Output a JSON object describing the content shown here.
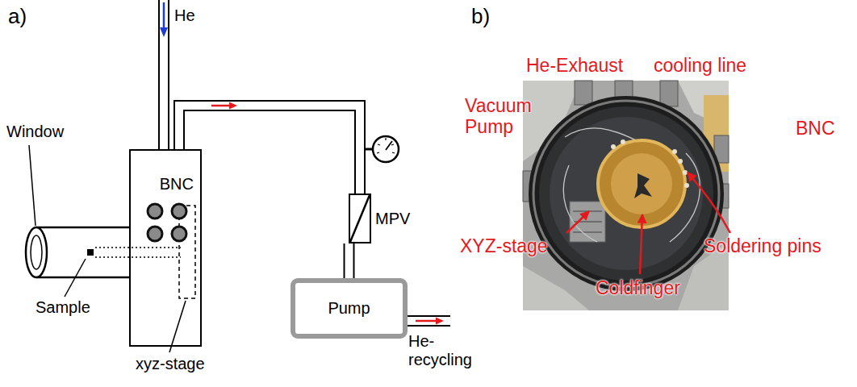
{
  "diagram": {
    "nodes": [
      {
        "text": [
          "BNC"
        ]
      },
      {
        "text": [
          "MPV"
        ]
      },
      {
        "text": [
          "Pump"
        ]
      }
    ],
    "edges": [
      {
        "from": 0,
        "to": 1,
        "arrow": "none"
      },
      {
        "from": 1,
        "to": 2,
        "arrow": "none"
      }
    ],
    "labels": [
      "a)",
      "He",
      "Window",
      "Sample",
      "xyz-stage",
      "He- recycling",
      "b)",
      "He-Exhaust",
      "cooling line",
      "Vacuum Pump",
      "BNC",
      "XYZ-stage",
      "Soldering pins",
      "Coldfinger"
    ]
  }
}
